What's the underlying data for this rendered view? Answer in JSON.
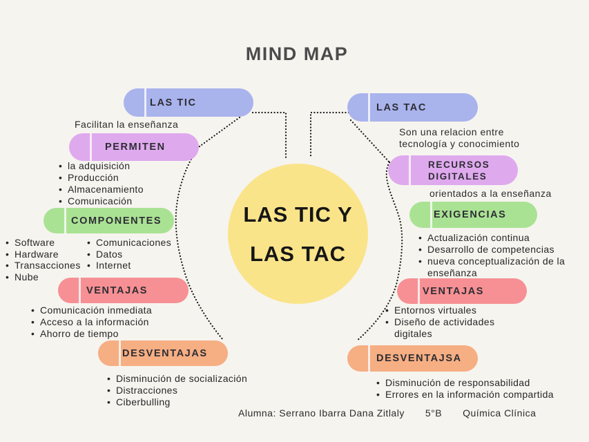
{
  "title": "MIND MAP",
  "center": {
    "line1": "LAS TIC Y",
    "line2": "LAS TAC"
  },
  "colors": {
    "background": "#f6f4ef",
    "blue": "#a9b3ec",
    "purple": "#dfa9ee",
    "green": "#aae294",
    "salmon": "#f69094",
    "peach": "#f6ae83",
    "yellow": "#fae48a",
    "connector": "#171717",
    "title_text": "#4b4b4b"
  },
  "left": {
    "las_tic": {
      "label": "LAS TIC",
      "note": "Facilitan la enseñanza"
    },
    "permiten": {
      "label": "PERMITEN",
      "bullets": [
        "la adquisición",
        "Producción",
        "Almacenamiento",
        "Comunicación"
      ]
    },
    "componentes": {
      "label": "COMPONENTES",
      "bullets_col1": [
        "Software",
        "Hardware",
        "Transacciones",
        "Nube"
      ],
      "bullets_col2": [
        "Comunicaciones",
        "Datos",
        "Internet"
      ]
    },
    "ventajas": {
      "label": "VENTAJAS",
      "bullets": [
        "Comunicación inmediata",
        "Acceso a la información",
        "Ahorro de tiempo"
      ]
    },
    "desventajas": {
      "label": "DESVENTAJAS",
      "bullets": [
        "Disminución de socialización",
        "Distracciones",
        "Ciberbulling"
      ]
    }
  },
  "right": {
    "las_tac": {
      "label": "LAS TAC",
      "note_line1": "Son una relacion entre",
      "note_line2": "tecnología y conocimiento"
    },
    "recursos": {
      "label_line1": "RECURSOS",
      "label_line2": "DIGITALES",
      "note": "orientados a la enseñanza"
    },
    "exigencias": {
      "label": "EXIGENCIAS",
      "bullets": [
        "Actualización continua",
        "Desarrollo de competencias",
        "nueva conceptualización de la enseñanza"
      ]
    },
    "ventajas": {
      "label": "VENTAJAS",
      "bullets": [
        "Entornos virtuales",
        "Diseño de actividades digitales"
      ]
    },
    "desventajsa": {
      "label": "DESVENTAJSA",
      "bullets": [
        "Disminución de responsabilidad",
        "Errores en la información compartida"
      ]
    }
  },
  "footer": {
    "alumna": "Alumna: Serrano Ibarra Dana Zitlaly",
    "grade": "5°B",
    "subject": "Química Clínica"
  }
}
